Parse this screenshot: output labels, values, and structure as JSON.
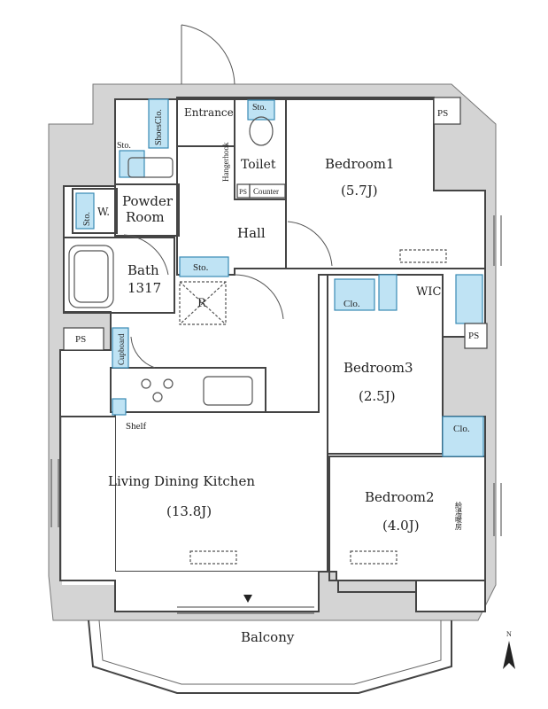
{
  "rooms": {
    "entrance": "Entrance",
    "sto_top": "Sto.",
    "shoes_clo": "ShoesClo.",
    "sto_left": "Sto.",
    "toilet": "Toilet",
    "hanger_hook": "Hangerhook",
    "ps_small": "PS",
    "counter": "Counter",
    "bedroom1": "Bedroom1",
    "bedroom1_size": "(5.7J)",
    "powder_room_line1": "Powder",
    "powder_room_line2": "Room",
    "sto_wash": "Sto.",
    "w": "W.",
    "hall": "Hall",
    "bath": "Bath",
    "bath_size": "1317",
    "sto_hall": "Sto.",
    "refrigerator": "R",
    "clo_bed3": "Clo.",
    "wic": "WIC",
    "ps_left": "PS",
    "ps_right": "PS",
    "ps_topright": "PS",
    "cupboard": "Cupboard",
    "bedroom3": "Bedroom3",
    "bedroom3_size": "(2.5J)",
    "shelf": "Shelf",
    "clo_bed2": "Clo.",
    "ldk": "Living Dining Kitchen",
    "ldk_size": "(13.8J)",
    "bedroom2": "Bedroom2",
    "bedroom2_size": "(4.0J)",
    "hot_water_note": "給湯暖房",
    "balcony": "Balcony",
    "north": "N"
  },
  "colors": {
    "exterior": "#d4d4d4",
    "wall": "#444444",
    "storage": "#bfe3f4",
    "storage_stroke": "#3a8ab4"
  }
}
